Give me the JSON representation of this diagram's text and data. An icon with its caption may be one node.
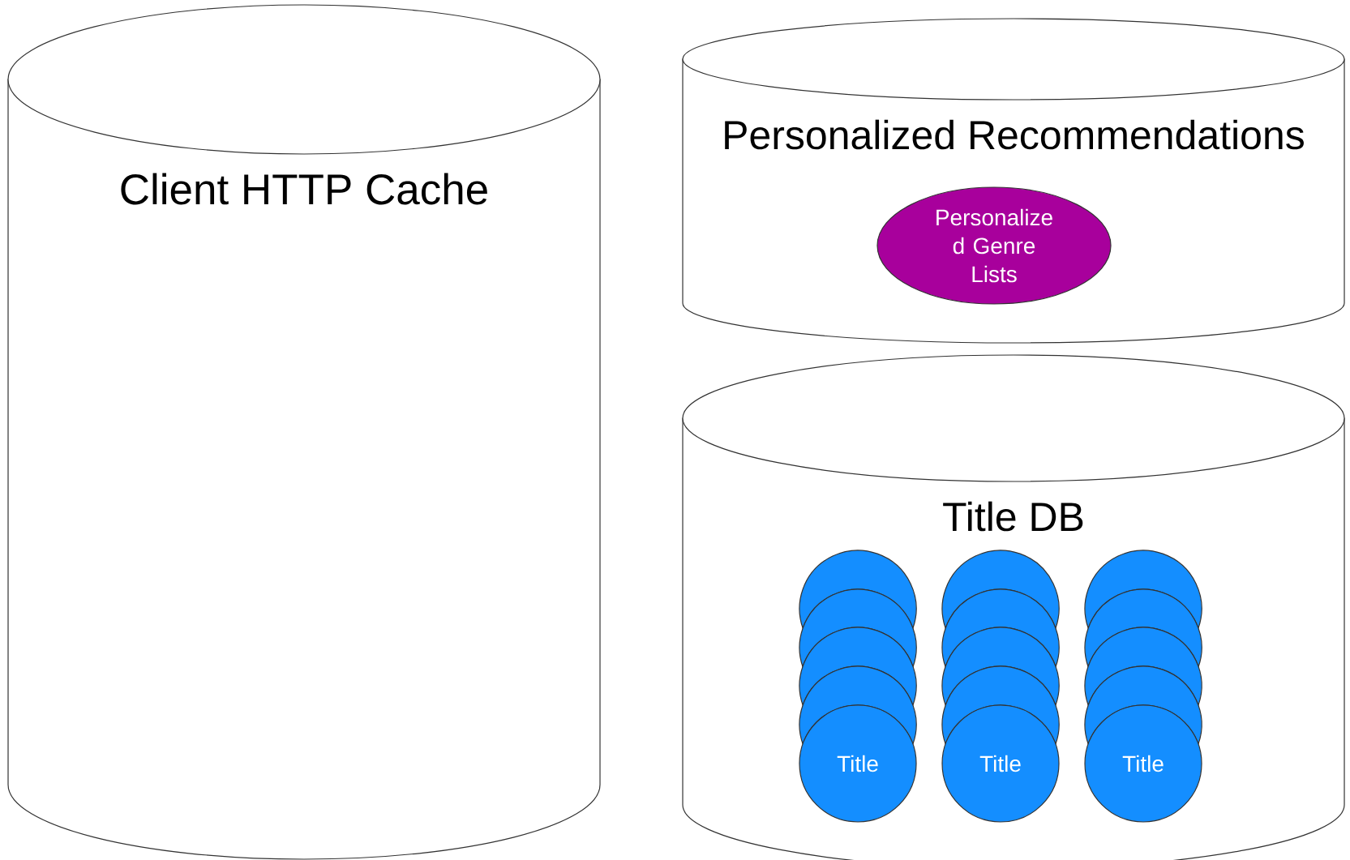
{
  "diagram": {
    "nodes": [
      {
        "text": [
          "Client HTTP Cache"
        ]
      },
      {
        "text": [
          "Personalized Recommendations"
        ]
      },
      {
        "text": [
          "Personalize d Genre Lists"
        ],
        "in": 1
      },
      {
        "text": [
          "Title DB"
        ]
      },
      {
        "text": [],
        "shape": "circle",
        "in": 3
      },
      {
        "text": [],
        "shape": "circle",
        "in": 3
      },
      {
        "text": [],
        "shape": "circle",
        "in": 3
      },
      {
        "text": [],
        "shape": "circle",
        "in": 3
      },
      {
        "text": [
          "Title"
        ],
        "in": 3
      },
      {
        "text": [],
        "shape": "circle",
        "in": 3
      },
      {
        "text": [],
        "shape": "circle",
        "in": 3
      },
      {
        "text": [],
        "shape": "circle",
        "in": 3
      },
      {
        "text": [],
        "shape": "circle",
        "in": 3
      },
      {
        "text": [
          "Title"
        ],
        "in": 3
      },
      {
        "text": [],
        "shape": "circle",
        "in": 3
      },
      {
        "text": [],
        "shape": "circle",
        "in": 3
      },
      {
        "text": [],
        "shape": "circle",
        "in": 3
      },
      {
        "text": [],
        "shape": "circle",
        "in": 3
      },
      {
        "text": [
          "Title"
        ],
        "in": 3
      }
    ]
  }
}
